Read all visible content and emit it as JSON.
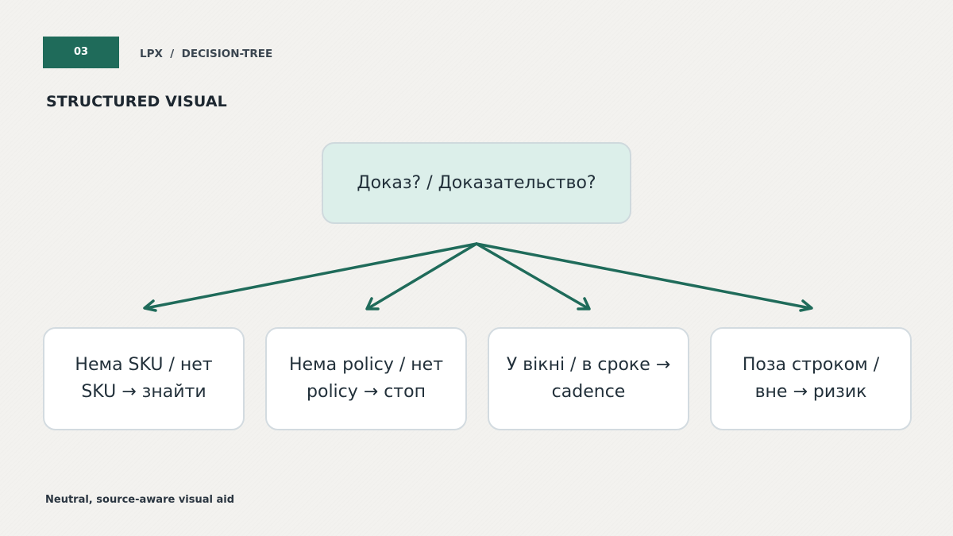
{
  "header": {
    "badge": "03",
    "breadcrumb": "LPX  /  DECISION-TREE",
    "title": "STRUCTURED VISUAL"
  },
  "tree": {
    "root": "Доказ? / Доказательство?",
    "leaves": [
      {
        "label": "Нема SKU / нет SKU → знайти"
      },
      {
        "label": "Нема policy / нет policy → стоп"
      },
      {
        "label": "У вікні / в сроке → cadence"
      },
      {
        "label": "Поза строком / вне → ризик"
      }
    ]
  },
  "footer": {
    "text": "Neutral, source-aware visual aid"
  },
  "colors": {
    "accent": "#1f6b5a",
    "root_fill": "#dcefea",
    "background": "#f3f2ef"
  }
}
